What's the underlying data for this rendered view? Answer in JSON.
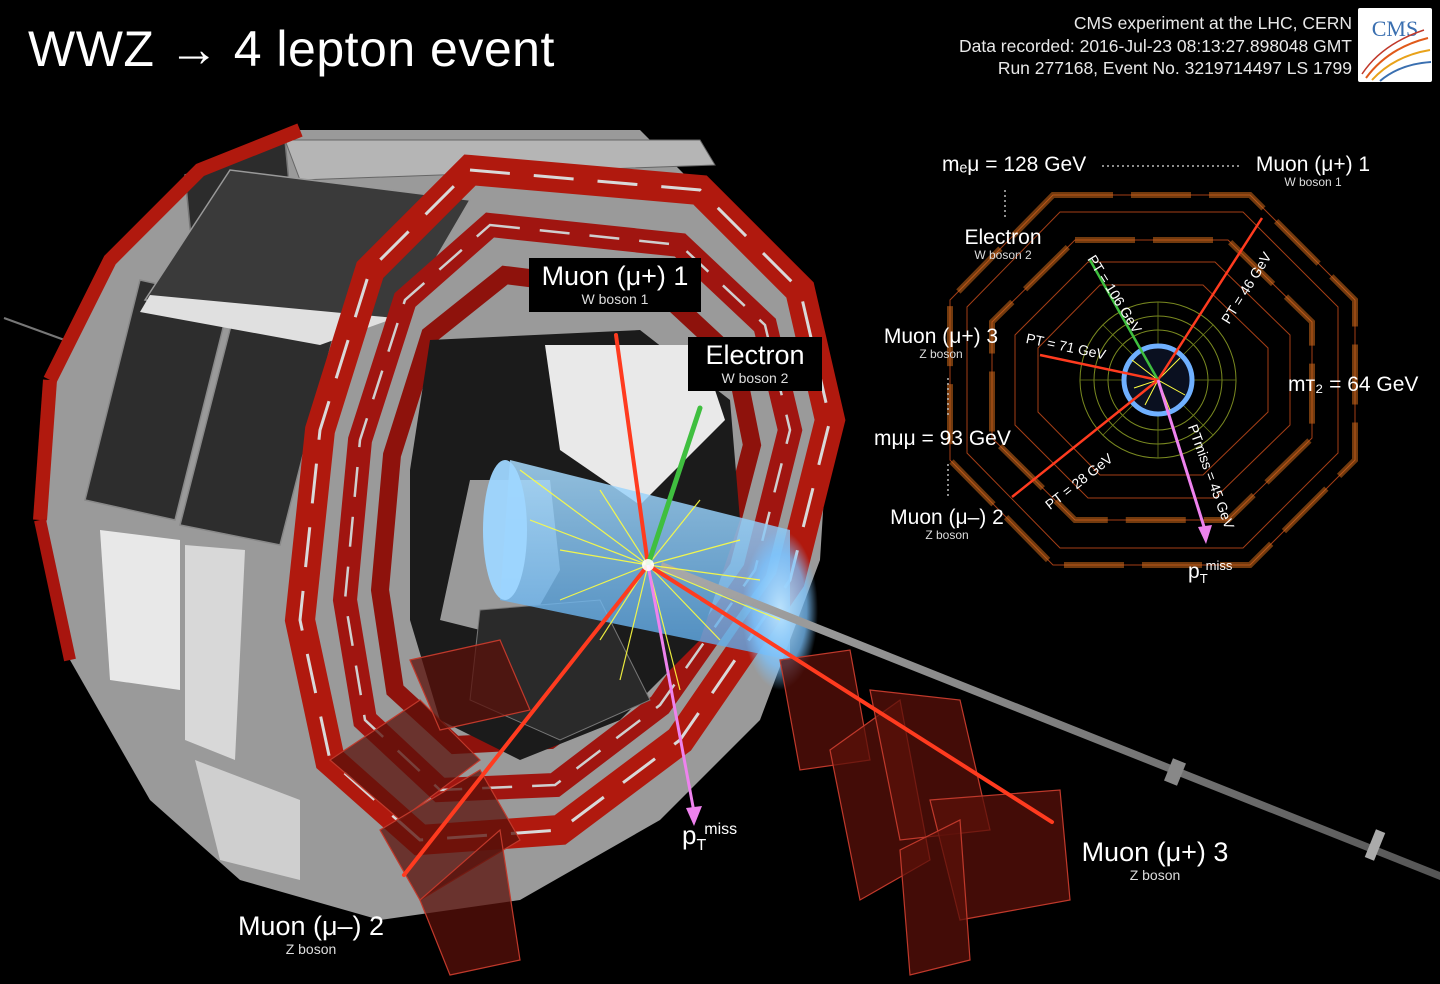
{
  "title": "WWZ → 4 lepton event",
  "info": {
    "line1": "CMS experiment at the LHC, CERN",
    "line2": "Data recorded: 2016-Jul-23 08:13:27.898048 GMT",
    "line3": "Run 277168, Event No. 3219714497 LS 1799"
  },
  "logo": {
    "text": "CMS"
  },
  "main_labels": {
    "muon1": {
      "name": "Muon (μ+) 1",
      "boson": "W boson 1"
    },
    "electron": {
      "name": "Electron",
      "boson": "W boson 2"
    },
    "muon2": {
      "name": "Muon (μ–) 2",
      "boson": "Z boson"
    },
    "muon3": {
      "name": "Muon (μ+) 3",
      "boson": "Z boson"
    },
    "ptmiss": {
      "base": "p",
      "sub": "T",
      "sup": "miss"
    }
  },
  "inset": {
    "m_emu": "mₑμ = 128 GeV",
    "muon1": {
      "name": "Muon (μ+) 1",
      "boson": "W boson 1"
    },
    "electron": {
      "name": "Electron",
      "boson": "W boson 2"
    },
    "muon3": {
      "name": "Muon (μ+) 3",
      "boson": "Z boson"
    },
    "m_mumu": "mμμ = 93 GeV",
    "muon2": {
      "name": "Muon (μ–) 2",
      "boson": "Z boson"
    },
    "mt2": "mᴛ₂ = 64 GeV",
    "pt_electron": "PT = 106 GeV",
    "pt_muon1": "PT = 46 GeV",
    "pt_muon3": "PT = 71 GeV",
    "pt_muon2": "PT = 28 GeV",
    "pt_miss": "PTmiss = 45 GeV",
    "ptmiss": {
      "base": "p",
      "sub": "T",
      "sup": "miss"
    }
  },
  "colors": {
    "muon_track": "#ff3b1f",
    "electron_track": "#3fbf3f",
    "ptmiss_arrow": "#ee82ee",
    "tracker": "#ffff40",
    "calorimeter_blue": "#8fd0ff",
    "yoke_red": "#b0190e",
    "yoke_grey": "#b8b8b8"
  }
}
